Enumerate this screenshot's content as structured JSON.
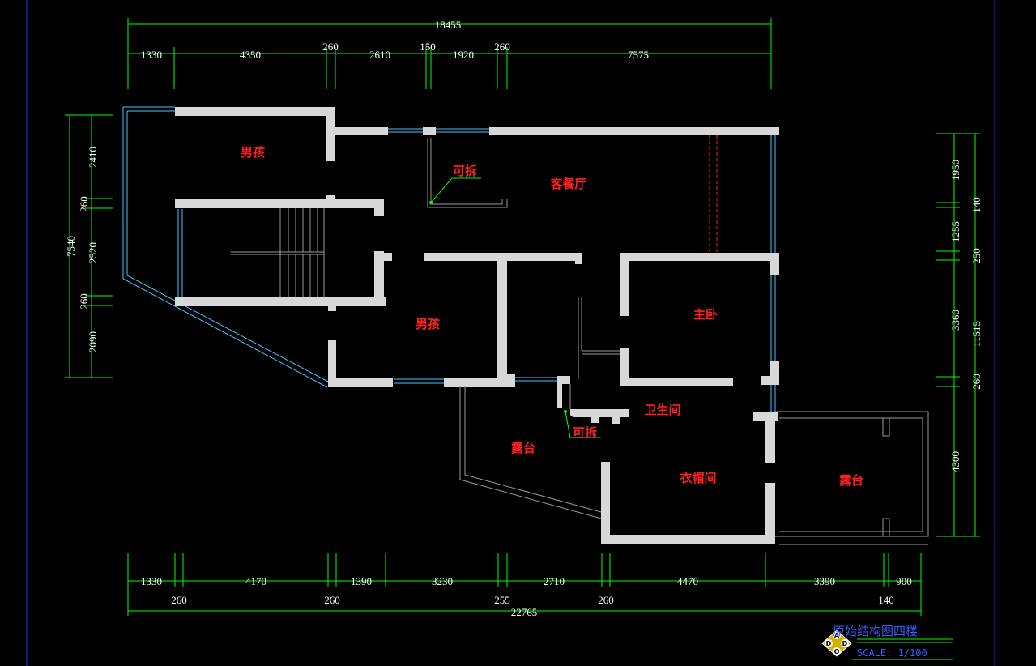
{
  "dimensions": {
    "top_total": "18455",
    "top": [
      "1330",
      "4350",
      "260",
      "2610",
      "150",
      "1920",
      "260",
      "7575"
    ],
    "bottom_upper": [
      "1330",
      "4170",
      "1390",
      "3230",
      "2710",
      "4470",
      "3390",
      "900"
    ],
    "bottom_lower": [
      "260",
      "260",
      "255",
      "260",
      "140"
    ],
    "bottom_total": "22765",
    "left_total": "7540",
    "left": [
      "2410",
      "260",
      "2520",
      "260",
      "2090"
    ],
    "right_total": "11515",
    "right": [
      "1950",
      "140",
      "1255",
      "250",
      "3360",
      "260",
      "4300"
    ]
  },
  "rooms": {
    "boy_room_1": "男孩",
    "removable_1": "可拆",
    "living_dining": "客餐厅",
    "boy_room_2": "男孩",
    "master_bedroom": "主卧",
    "bathroom": "卫生间",
    "removable_2": "可拆",
    "terrace_1": "露台",
    "wardrobe": "衣帽间",
    "terrace_2": "露台"
  },
  "title_block": {
    "title": "原始结构图四楼",
    "scale": "SCALE:   1/100",
    "logo_letters": [
      "A",
      "D",
      "D",
      "O"
    ]
  },
  "colors": {
    "background": "#000000",
    "walls": "#d8d8d8",
    "dimension_lines": "#00ff00",
    "windows": "#40c8ff",
    "room_labels": "#ff2020",
    "title_block": "#3a5cff",
    "frame": "#2030ff"
  }
}
